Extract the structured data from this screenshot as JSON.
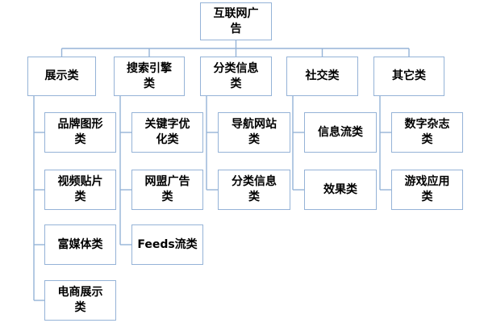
{
  "diagram": {
    "type": "hierarchy",
    "root": "互联网广\n告",
    "branches": [
      {
        "label": "展示类",
        "children": [
          "品牌图形\n类",
          "视频贴片\n类",
          "富媒体类",
          "电商展示\n类"
        ]
      },
      {
        "label": "搜索引擎\n类",
        "children": [
          "关键字优\n化类",
          "网盟广告\n类",
          "Feeds流类"
        ]
      },
      {
        "label": "分类信息\n类",
        "children": [
          "导航网站\n类",
          "分类信息\n类"
        ]
      },
      {
        "label": "社交类",
        "children": [
          "信息流类",
          "效果类"
        ]
      },
      {
        "label": "其它类",
        "children": [
          "数字杂志\n类",
          "游戏应用\n类"
        ]
      }
    ],
    "colors": {
      "line": "#95b3d7",
      "box_border": "#95b3d7",
      "text": "#000000",
      "background": "#ffffff"
    }
  }
}
